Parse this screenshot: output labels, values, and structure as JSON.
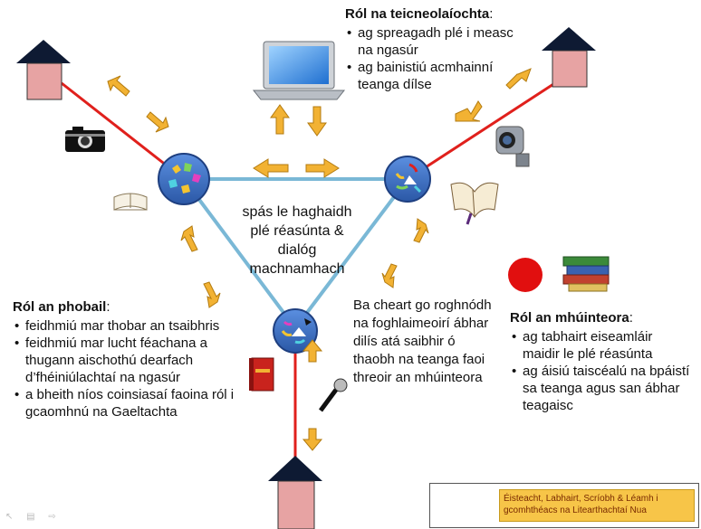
{
  "technology": {
    "title": "Ról na teicneolaíochta",
    "colon": ":",
    "items": [
      "ag spreagadh plé i measc na ngasúr",
      "ag bainistiú acmhainní teanga dílse"
    ]
  },
  "public": {
    "title": "Ról an phobail",
    "colon": ":",
    "items": [
      "feidhmiú mar thobar an tsaibhris",
      "feidhmiú mar lucht féachana a thugann aischothú dearfach d’fhéiniúlachtaí na ngasúr",
      "a bheith níos coinsiasaí faoina ról i gcaomhnú na Gaeltachta"
    ]
  },
  "teacher": {
    "title": "Ról an mhúinteora",
    "colon": ":",
    "items": [
      "ag tabhairt eiseamláir maidir le plé réasúnta",
      "ag áisiú taiscéalú na bpáistí sa teanga agus san ábhar teagaisc"
    ]
  },
  "center_text": [
    "spás le haghaidh",
    "plé réasúnta &",
    "dialóg",
    "machnamhach"
  ],
  "student_text": [
    "Ba cheart go roghnódh",
    "na foghlaimeoirí ábhar",
    "dilís atá saibhir ó",
    "thaobh na teanga faoi",
    "threoir an mhúinteora"
  ],
  "legend": {
    "text": "Éisteacht, Labhairt, Scríobh & Léamh i gcomhthéacs na Litearthachtaí Nua"
  },
  "icons": [
    "house-icon",
    "camera-icon",
    "laptop-icon",
    "video-camera-icon",
    "open-book-icon",
    "red-book-icon",
    "microphone-icon",
    "books-stack-icon",
    "red-circle-icon"
  ],
  "colors": {
    "arrow": "#f2b233",
    "triangle": "#7ab8d6",
    "node": "#3b6fc1",
    "spoke": "#e0201c",
    "house_roof": "#0e1a33",
    "house_body": "#e7a3a3"
  }
}
